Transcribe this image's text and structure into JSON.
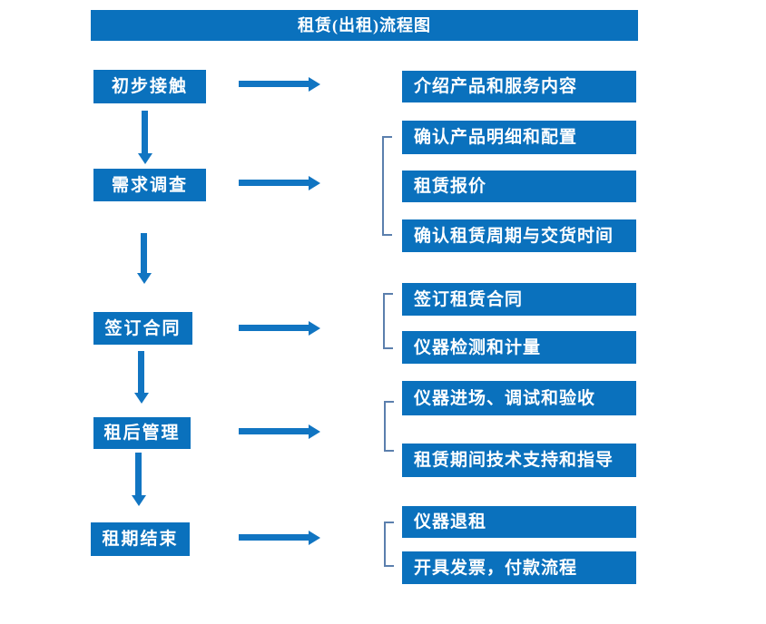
{
  "title": "租赁(出租)流程图",
  "colors": {
    "box_blue": "#0a71bd",
    "arrow_blue": "#1175c2",
    "bracket_blue": "#5b7fad",
    "text_white": "#ffffff"
  },
  "rows": [
    {
      "step": "初步接触",
      "details": [
        {
          "label": "介绍产品和服务内容"
        }
      ]
    },
    {
      "step": "需求调查",
      "details": [
        {
          "label": "确认产品明细和配置"
        },
        {
          "label": "租赁报价"
        },
        {
          "label": "确认租赁周期与交货时间"
        }
      ]
    },
    {
      "step": "签订合同",
      "details": [
        {
          "label": "签订租赁合同"
        },
        {
          "label": "仪器检测和计量"
        }
      ]
    },
    {
      "step": "租后管理",
      "details": [
        {
          "label": "仪器进场、调试和验收"
        },
        {
          "label": "租赁期间技术支持和指导"
        }
      ]
    },
    {
      "step": "租期结束",
      "details": [
        {
          "label": "仪器退租"
        },
        {
          "label": "开具发票，付款流程"
        }
      ]
    }
  ]
}
